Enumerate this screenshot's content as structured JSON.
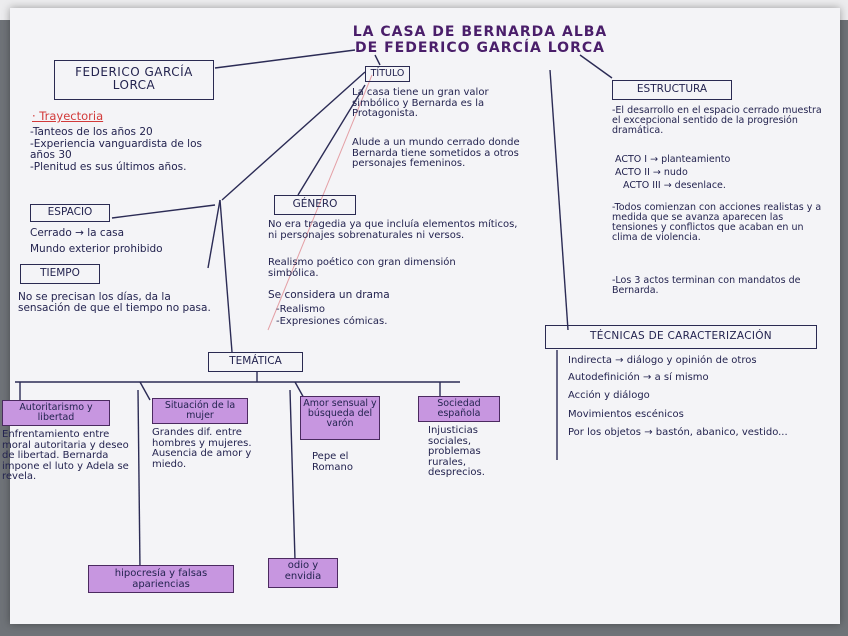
{
  "title": {
    "line1": "LA CASA DE BERNARDA ALBA",
    "line2": "DE FEDERICO GARCÍA LORCA"
  },
  "author_box": {
    "label": "FEDERICO GARCÍA LORCA"
  },
  "trayectoria": {
    "heading": "· Trayectoria",
    "items": [
      "-Tanteos de los años 20",
      "-Experiencia vanguardista de los años 30",
      "-Plenitud es sus últimos años."
    ]
  },
  "titulo": {
    "label": "TÍTULO",
    "text1": "La casa tiene un gran valor simbólico y Bernarda es la Protagonista.",
    "text2": "Alude a un mundo cerrado donde Bernarda tiene sometidos a otros personajes femeninos."
  },
  "espacio": {
    "label": "ESPACIO",
    "line1": "Cerrado → la casa",
    "line2": "Mundo exterior prohibido"
  },
  "tiempo": {
    "label": "TIEMPO",
    "text": "No se precisan los días, da la sensación de que el tiempo no pasa."
  },
  "genero": {
    "label": "GÉNERO",
    "text1": "No era tragedia ya que incluía elementos míticos, ni personajes sobrenaturales ni versos.",
    "text2": "Realismo poético con gran dimensión simbólica.",
    "text3": "Se considera un drama",
    "items": [
      "-Realismo",
      "-Expresiones cómicas."
    ]
  },
  "estructura": {
    "label": "ESTRUCTURA",
    "text1": "-El desarrollo en el espacio cerrado muestra el excepcional sentido de la progresión dramática.",
    "actos": [
      "ACTO I → planteamiento",
      "ACTO II → nudo",
      "ACTO III → desenlace."
    ],
    "text2": "-Todos comienzan con acciones realistas y a medida que se avanza aparecen las tensiones y conflictos que acaban en un clima de violencia.",
    "text3": "-Los 3 actos terminan con mandatos de Bernarda."
  },
  "tecnicas": {
    "label": "TÉCNICAS DE CARACTERIZACIÓN",
    "items": [
      "Indirecta → diálogo y opinión de otros",
      "Autodefinición → a sí mismo",
      "Acción y diálogo",
      "Movimientos escénicos",
      "Por los objetos → bastón, abanico, vestido..."
    ]
  },
  "tematica": {
    "label": "TEMÁTICA",
    "subtopics": [
      {
        "label": "Autoritarismo y libertad",
        "text": "Enfrentamiento entre moral autoritaria y deseo de libertad. Bernarda impone el luto y Adela se revela."
      },
      {
        "label": "Situación de la mujer",
        "text": "Grandes dif. entre hombres y mujeres. Ausencia de amor y miedo."
      },
      {
        "label": "Amor sensual y búsqueda del varón",
        "text": "Pepe el Romano"
      },
      {
        "label": "Sociedad española",
        "text": "Injusticias sociales, problemas rurales, desprecios."
      },
      {
        "label": "hipocresía y falsas apariencias",
        "text": ""
      },
      {
        "label": "odio y envidia",
        "text": ""
      }
    ]
  },
  "colors": {
    "ink": "#23234f",
    "title_purple": "#4a1e6a",
    "highlight": "#c796e0",
    "red": "#d23a3a",
    "paper": "#f4f4f7"
  }
}
